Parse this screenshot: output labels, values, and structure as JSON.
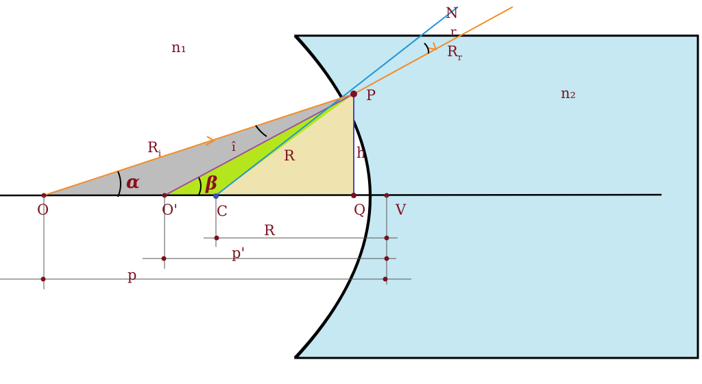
{
  "media": {
    "n1": "n₁",
    "n2": "n₂"
  },
  "points": {
    "O": "O",
    "O_prime": "O'",
    "C": "C",
    "Q": "Q",
    "V": "V",
    "P": "P",
    "N": "N"
  },
  "rays": {
    "incident": "R",
    "incident_sub": "i",
    "refracted": "R",
    "refracted_sub": "r",
    "normal_radius": "R",
    "height": "h",
    "angle_r": "r",
    "angle_i": "î"
  },
  "angles": {
    "alpha": "α",
    "beta": "β"
  },
  "distances": {
    "radius": "R",
    "image_distance": "p'",
    "object_distance": "p"
  },
  "colors": {
    "medium_fill": "#c5e8f2",
    "ray": "#f28c28",
    "normal": "#2196d3",
    "triangle_left": "#bdbdbd",
    "triangle_mid": "#b5e61d",
    "triangle_right": "#efe4b0",
    "label": "#7a1020",
    "purple_line": "#a14ca0",
    "vertical_h": "#3f48cc"
  }
}
